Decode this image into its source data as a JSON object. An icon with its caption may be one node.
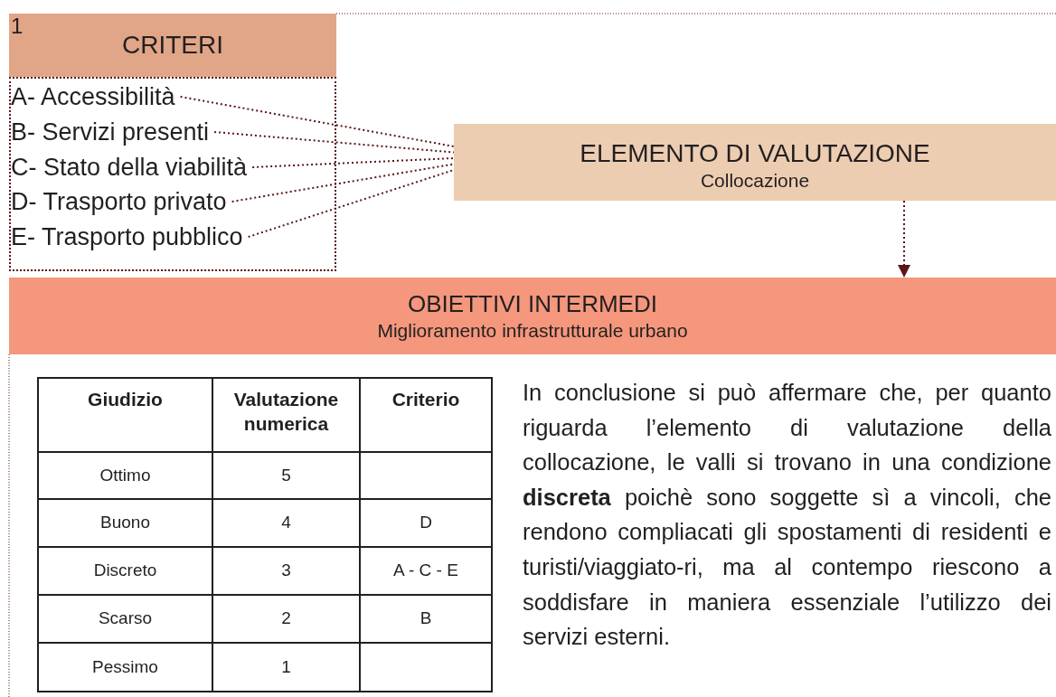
{
  "diagram": {
    "nodes": [
      {
        "text": [
          "CRITERI"
        ]
      },
      {
        "text": [],
        "shape": "box"
      },
      {
        "text": [
          "A- Accessibilità"
        ],
        "in": 1
      },
      {
        "text": [
          "B- Servizi presenti"
        ],
        "in": 1
      },
      {
        "text": [
          "C- Stato della viabilità"
        ],
        "in": 1
      },
      {
        "text": [
          "D- Trasporto privato"
        ],
        "in": 1
      },
      {
        "text": [
          "E- Trasporto pubblico"
        ],
        "in": 1
      },
      {
        "text": [
          "ELEMENTO DI VALUTAZIONE",
          "Collocazione"
        ]
      },
      {
        "text": [
          "OBIETTIVI INTERMEDI",
          "Miglioramento infrastrutturale urbano"
        ]
      }
    ],
    "edges": [
      {
        "from": 2,
        "to": 7,
        "arrow": "none",
        "style": "dashed"
      },
      {
        "from": 3,
        "to": 7,
        "arrow": "none",
        "style": "dashed"
      },
      {
        "from": 4,
        "to": 7,
        "arrow": "none",
        "style": "dashed"
      },
      {
        "from": 5,
        "to": 7,
        "arrow": "none",
        "style": "dashed"
      },
      {
        "from": 6,
        "to": 7,
        "arrow": "none",
        "style": "dashed"
      },
      {
        "from": 7,
        "to": 8,
        "arrow": "to",
        "style": "dashed"
      }
    ],
    "labels": [
      "1",
      "Giudizio",
      "Valutazione numerica",
      "Criterio",
      "Ottimo",
      "5",
      "Buono",
      "4",
      "D",
      "Discreto",
      "3",
      "A - C - E",
      "Scarso",
      "2",
      "B",
      "Pessimo",
      "1",
      "In conclusione si può affermare che, per quanto riguarda l’elemento di valutazione della collocazione, le valli si trovano in una condizione **discreta** poichè sono soggette sì a vincoli, che rendono compliacati gli spostamenti di residenti e turisti/viaggiato-ri, ma al contempo riescono a soddisfare in maniera essenziale l’utilizzo dei servizi esterni."
    ]
  }
}
